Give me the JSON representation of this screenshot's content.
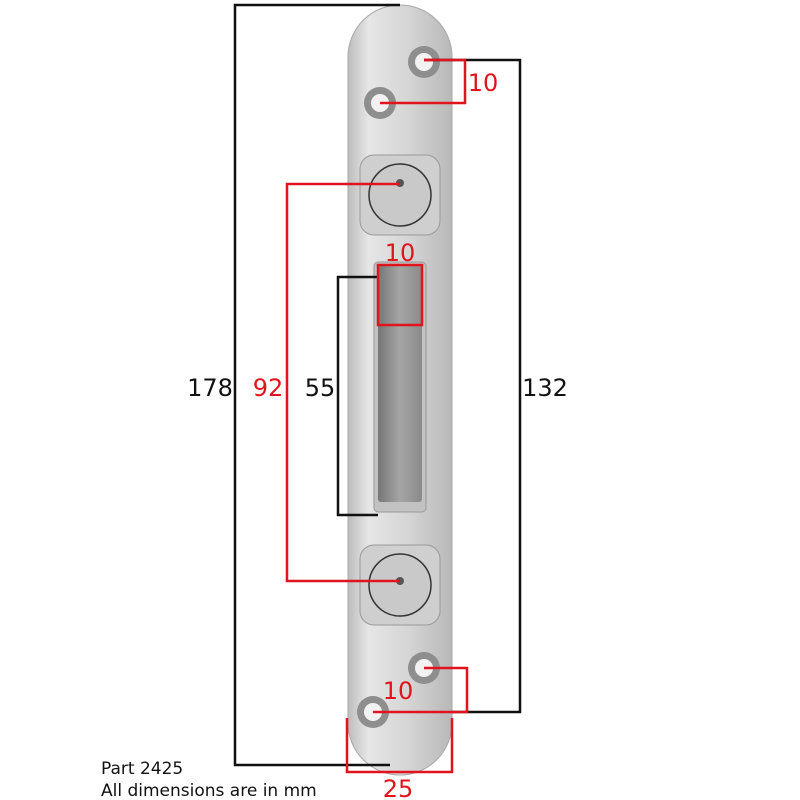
{
  "colors": {
    "dimension_red": "#e0141c",
    "dimension_black": "#111111",
    "plate": "#d9d9d9"
  },
  "dimensions": {
    "overall_length": "178",
    "screw_center_distance": "92",
    "slot_length": "55",
    "hole_span": "132",
    "top_hole_offset": "10",
    "slot_width": "10",
    "bottom_hole_offset": "10",
    "plate_width": "25"
  },
  "notes": {
    "part": "Part 2425",
    "units": "All dimensions are in mm"
  }
}
